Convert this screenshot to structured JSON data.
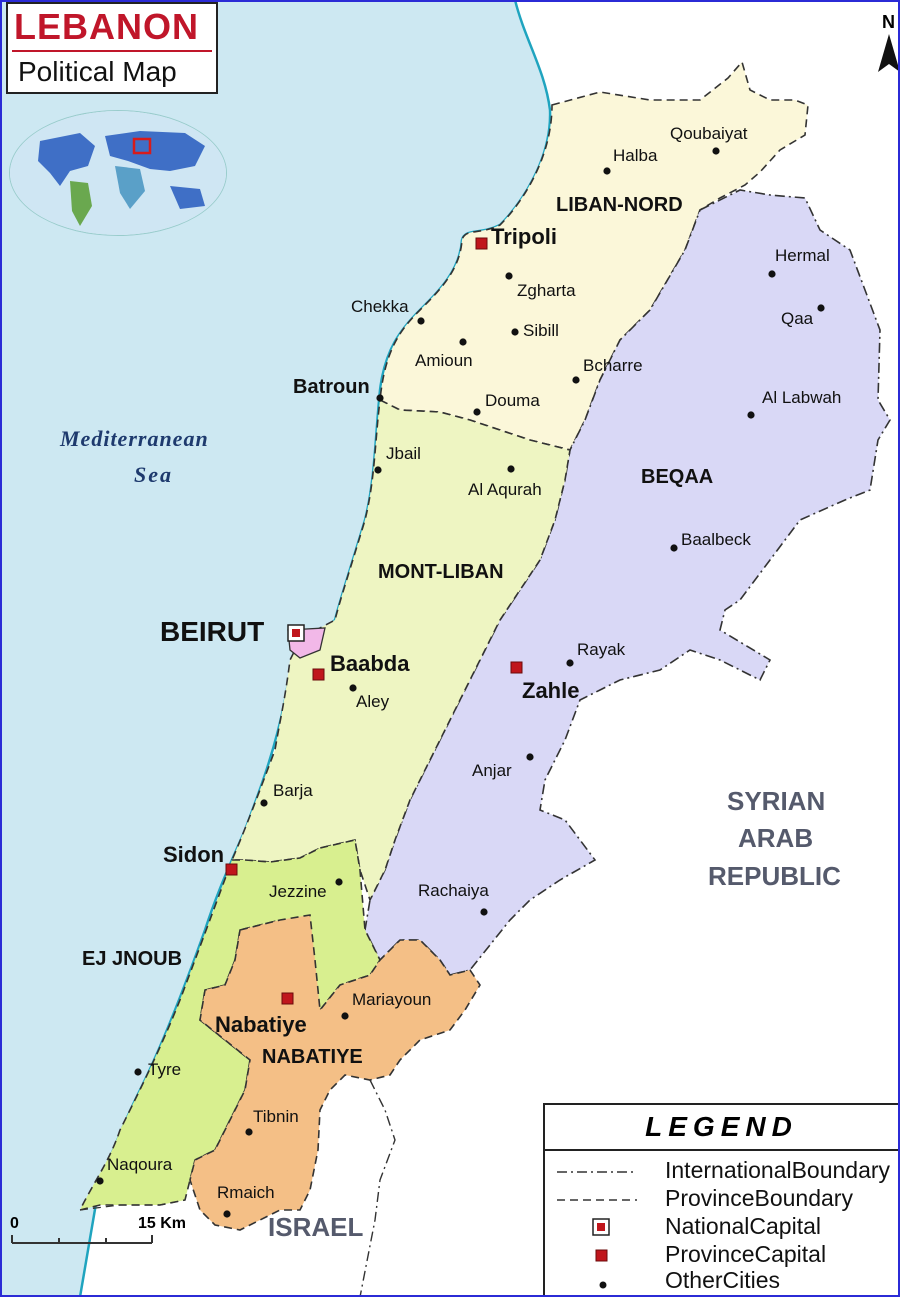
{
  "title": {
    "main": "LEBANON",
    "sub": "Political Map"
  },
  "sea_label": {
    "line1": "Mediterranean",
    "line2": "Sea"
  },
  "neighbors": {
    "syria_line1": "SYRIAN",
    "syria_line2": "ARAB",
    "syria_line3": "REPUBLIC",
    "israel": "ISRAEL"
  },
  "provinces": {
    "liban_nord": "LIBAN-NORD",
    "beqaa": "BEQAA",
    "mont_liban": "MONT-LIBAN",
    "ej_jnoub": "EJ JNOUB",
    "nabatiye": "NABATIYE"
  },
  "national_capital": "BEIRUT",
  "province_capitals": [
    "Tripoli",
    "Baabda",
    "Zahle",
    "Sidon",
    "Nabatiye"
  ],
  "cities": [
    "Qoubaiyat",
    "Halba",
    "Hermal",
    "Zgharta",
    "Chekka",
    "Sibill",
    "Qaa",
    "Amioun",
    "Bcharre",
    "Batroun",
    "Douma",
    "Al Labwah",
    "Jbail",
    "Al Aqurah",
    "Baalbeck",
    "Aley",
    "Rayak",
    "Anjar",
    "Barja",
    "Jezzine",
    "Rachaiya",
    "Mariayoun",
    "Tyre",
    "Tibnin",
    "Naqoura",
    "Rmaich"
  ],
  "legend": {
    "title": "LEGEND",
    "items": [
      "InternationalBoundary",
      "ProvinceBoundary",
      "NationalCapital",
      "ProvinceCapital",
      "OtherCities"
    ]
  },
  "north_label": "N",
  "scale": {
    "start": "0",
    "end": "15 Km"
  },
  "colors": {
    "sea": "#cde8f2",
    "liban_nord": "#fbf7d9",
    "mont_liban": "#eef5c2",
    "ej_jnoub": "#d8ef8f",
    "nabatiye": "#f4bf86",
    "beqaa": "#d9d8f6",
    "beirut": "#f2b8e8",
    "coast": "#1fa4bf",
    "capital_marker": "#c0161c",
    "frame": "#2b2bd6"
  }
}
